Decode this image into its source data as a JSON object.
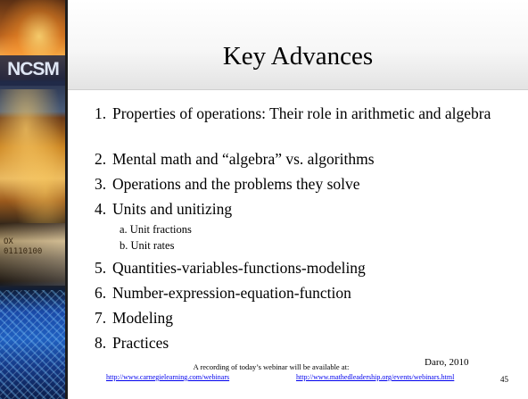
{
  "slide": {
    "title": "Key Advances",
    "logo_text": "NCSM",
    "logo_decoration_digits": "OX\n01110100",
    "items": [
      {
        "number": "1.",
        "text": "Properties of operations: Their role in arithmetic and algebra"
      },
      {
        "number": "2.",
        "text": "Mental math and “algebra” vs. algorithms"
      },
      {
        "number": "3.",
        "text": "Operations and the problems they solve"
      },
      {
        "number": "4.",
        "text": "Units and unitizing"
      },
      {
        "number": "5.",
        "text": "Quantities-variables-functions-modeling"
      },
      {
        "number": "6.",
        "text": "Number-expression-equation-function"
      },
      {
        "number": "7.",
        "text": "Modeling"
      },
      {
        "number": "8.",
        "text": "Practices"
      }
    ],
    "subitems": [
      {
        "text": "a. Unit fractions"
      },
      {
        "text": "b. Unit rates"
      }
    ],
    "footer": {
      "note": "A recording of today’s webinar will be available at:",
      "credit": "Daro, 2010",
      "link_1": "http://www.carnegielearning.com/webinars",
      "link_2": "http://www.mathedleadership.org/events/webinars.html",
      "page_number": "45"
    },
    "colors": {
      "link": "#0000ee",
      "separator": "#1d1d1d",
      "text": "#000000"
    }
  }
}
